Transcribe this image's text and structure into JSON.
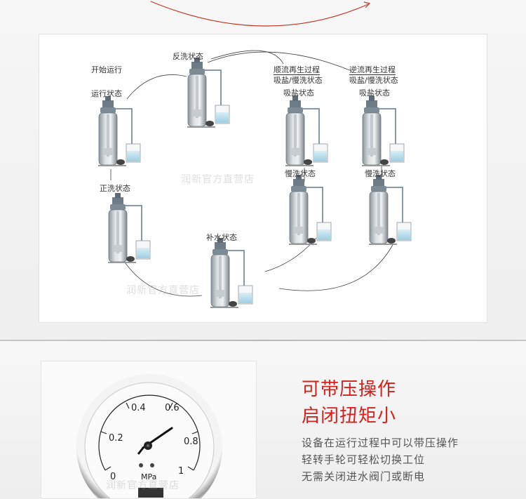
{
  "diagram": {
    "labels": {
      "start_run": "开始运行",
      "run_state": "运行状态",
      "backwash_state": "反洗状态",
      "cocurrent_regen": "顺流再生过程",
      "cocurrent_sub": "吸盐/慢洗状态",
      "countercurrent_regen": "逆流再生过程",
      "countercurrent_sub": "吸盐/慢洗状态",
      "brine_state_1": "吸盐状态",
      "brine_state_2": "吸盐状态",
      "slow_rinse_1": "慢洗状态",
      "slow_rinse_2": "慢洗状态",
      "fast_rinse_state": "正洗状态",
      "refill_state": "补水状态"
    },
    "watermark": "润新官方直营店"
  },
  "feature": {
    "headline_line1": "可带压操作",
    "headline_line2": "启闭扭矩小",
    "desc_line1": "设备在运行过程中可以带压操作",
    "desc_line2": "轻转手轮可轻松切换工位",
    "desc_line3": "无需关闭进水阀门或断电"
  },
  "gauge": {
    "ticks": [
      "0",
      "0.2",
      "0.4",
      "0.6",
      "0.8",
      "1"
    ],
    "unit": "MPa",
    "watermark": "润新官方直营店"
  },
  "colors": {
    "accent_red": "#d8201c",
    "arrow_red": "#c0392b"
  }
}
